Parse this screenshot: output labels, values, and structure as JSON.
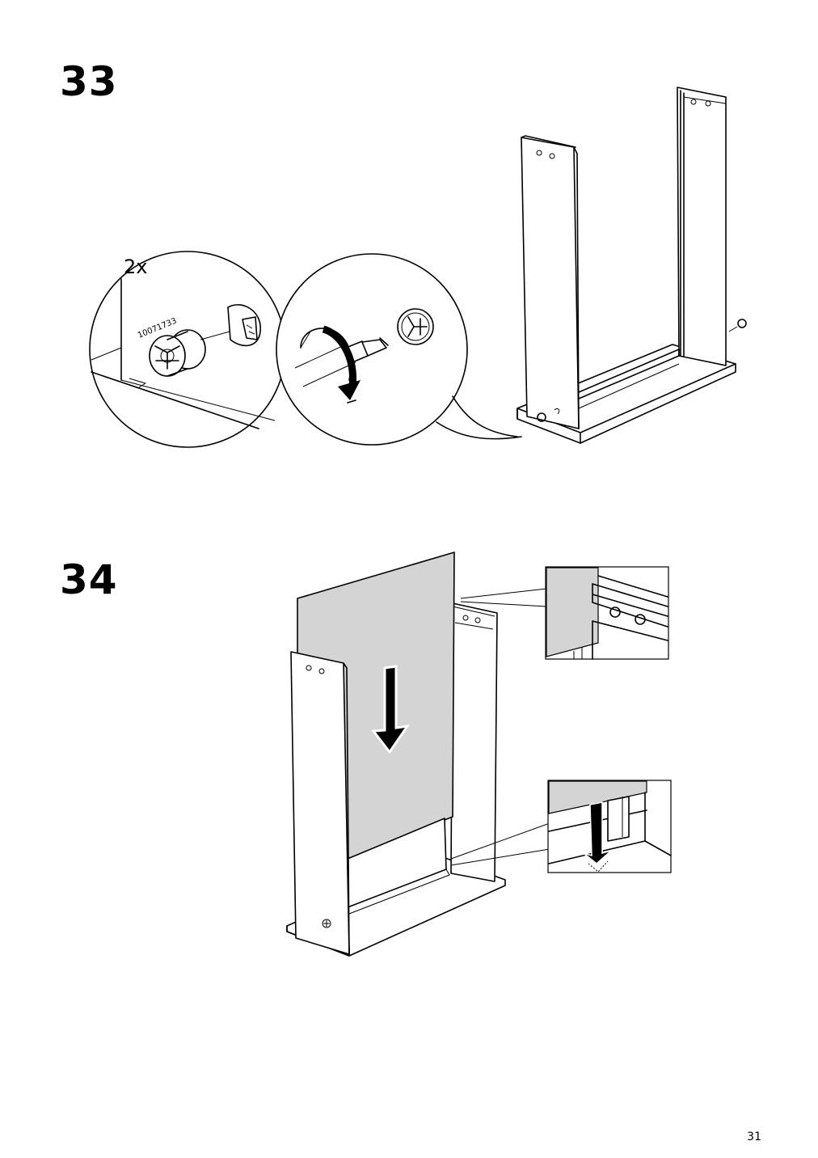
{
  "steps": [
    {
      "number": "33",
      "quantity": "2x",
      "part_number": "10071733"
    },
    {
      "number": "34"
    }
  ],
  "page_number": "31",
  "icons": {
    "step33": [
      "cam-lock-icon",
      "screwdriver-icon",
      "rotate-arrow-icon",
      "cabinet-frame-illustration"
    ],
    "step34": [
      "back-panel-illustration",
      "down-arrow-icon",
      "detail-zoom-top",
      "detail-zoom-bottom"
    ]
  },
  "colors": {
    "panel_fill": "#d4d4d4",
    "line": "#000000",
    "background": "#ffffff"
  }
}
